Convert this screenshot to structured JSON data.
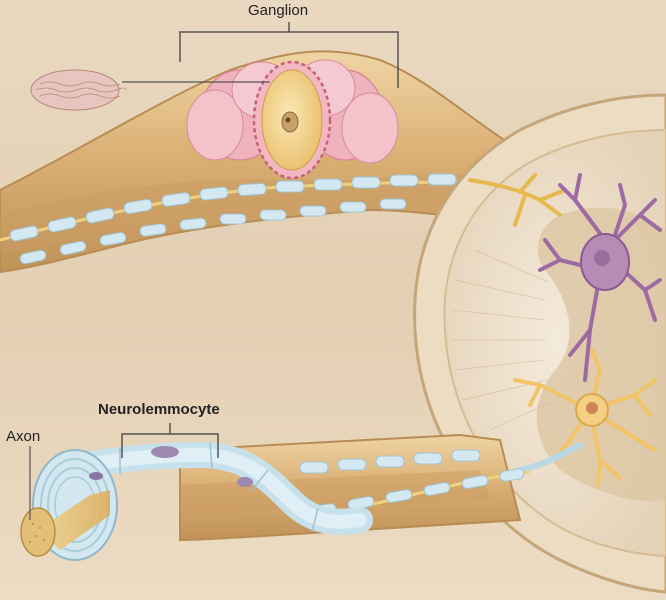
{
  "labels": {
    "ganglion": "Ganglion",
    "neurolemmocyte": "Neurolemmocyte",
    "axon": "Axon"
  },
  "colors": {
    "background": "#e9d8bf",
    "nerve_sheath": "#e2be8a",
    "ganglion_cells": "#efb3bf",
    "cell_body": "#f1d58e",
    "myelin": "#cfe6ef",
    "spinal_cord": "#efe3cd",
    "motor_neuron": "#b88ab6",
    "interneuron": "#f5cf82"
  }
}
